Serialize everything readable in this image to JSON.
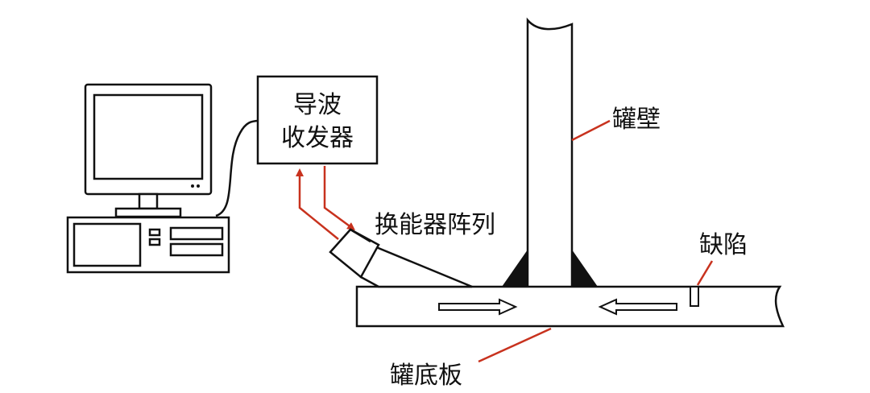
{
  "labels": {
    "transceiver_line1": "导波",
    "transceiver_line2": "收发器",
    "transducer_array": "换能器阵列",
    "tank_wall": "罐壁",
    "defect": "缺陷",
    "tank_bottom": "罐底板"
  },
  "colors": {
    "line": "#111111",
    "signal": "#c8321e",
    "weld": "#111111"
  }
}
